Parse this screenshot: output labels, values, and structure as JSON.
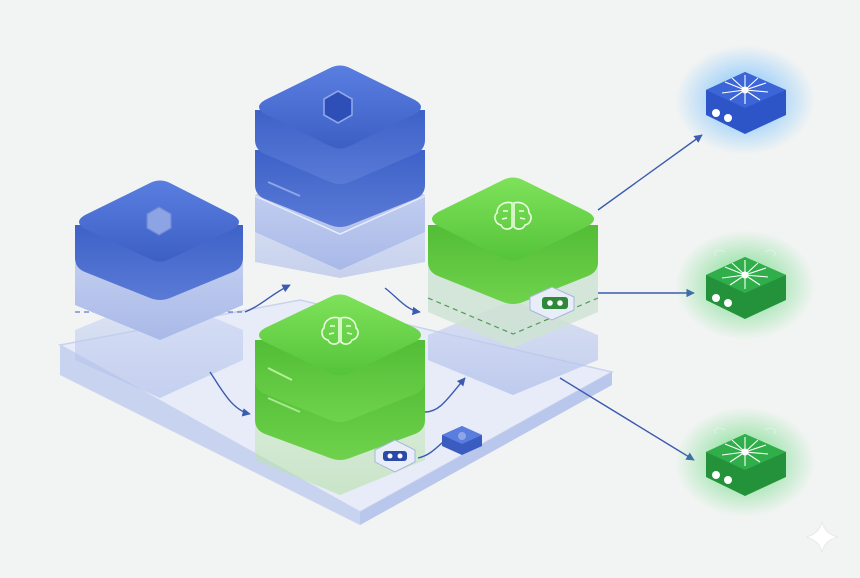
{
  "scene": {
    "background": "#f2f4f3",
    "platform_color": "#dfe5f4",
    "colors": {
      "blue_top": "#4a6fd0",
      "blue_side": "#3a5cc0",
      "blue_pale": "#b8c6ee",
      "green_top": "#66d444",
      "green_side": "#45b02c",
      "green_pale": "#bfe7b0",
      "connector": "#3b5bb0"
    }
  },
  "stacks": [
    {
      "id": "blue-stack-left",
      "color": "blue",
      "top_icon": "hexagon-icon"
    },
    {
      "id": "blue-stack-tall",
      "color": "blue",
      "top_icon": "hexagon-icon"
    },
    {
      "id": "green-stack-center",
      "color": "green",
      "top_icon": "brain-icon"
    },
    {
      "id": "green-stack-right",
      "color": "green",
      "top_icon": "brain-icon"
    }
  ],
  "edge_devices": [
    {
      "id": "edge-device-blue",
      "color": "blue",
      "glow": "#4aa8ff",
      "icon": "neural-burst-icon"
    },
    {
      "id": "edge-device-green-mid",
      "color": "green",
      "glow": "#4cd26a",
      "icon": "neural-burst-icon"
    },
    {
      "id": "edge-device-green-bottom",
      "color": "green",
      "glow": "#4cd26a",
      "icon": "neural-burst-icon"
    }
  ],
  "decor": {
    "corner_mark": "sparkle-icon"
  }
}
